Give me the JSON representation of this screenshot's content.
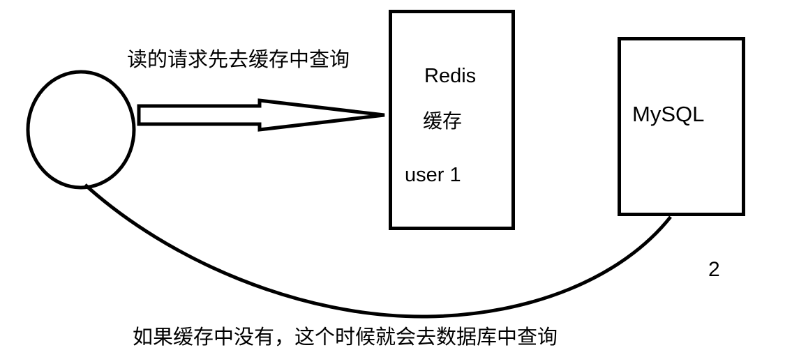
{
  "diagram": {
    "background_color": "#ffffff",
    "stroke_color": "#000000",
    "arrow_label": "读的请求先去缓存中查询",
    "caption": "如果缓存中没有，这个时候就会去数据库中查询",
    "step_number": "2",
    "nodes": {
      "client": {
        "shape": "circle",
        "label": ""
      },
      "redis": {
        "shape": "rectangle",
        "lines": [
          "Redis",
          "缓存",
          "user 1"
        ]
      },
      "mysql": {
        "shape": "rectangle",
        "label": "MySQL"
      }
    },
    "edges": [
      {
        "from": "client",
        "to": "redis",
        "style": "block-arrow",
        "label": "读的请求先去缓存中查询"
      },
      {
        "from": "client",
        "to": "mysql",
        "style": "curved-line",
        "label": "2"
      }
    ]
  }
}
